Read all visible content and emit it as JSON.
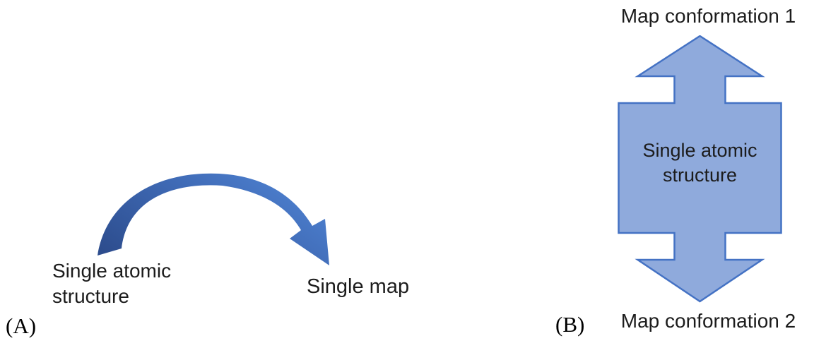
{
  "panel_a": {
    "tag": "(A)",
    "source_label": "Single atomic\nstructure",
    "target_label": "Single map",
    "arrow": "curved-arrow-from-structure-to-map"
  },
  "panel_b": {
    "tag": "(B)",
    "top_label": "Map conformation 1",
    "bottom_label": "Map conformation 2",
    "center_label": "Single atomic\nstructure",
    "arrow": "double-headed-vertical-arrow"
  },
  "colors": {
    "shape_fill": "#8faadc",
    "shape_stroke": "#4472c4",
    "curved_arrow_dark": "#2d4d8e",
    "curved_arrow_mid": "#3f6ab5",
    "curved_arrow_light": "#4f83d3"
  }
}
